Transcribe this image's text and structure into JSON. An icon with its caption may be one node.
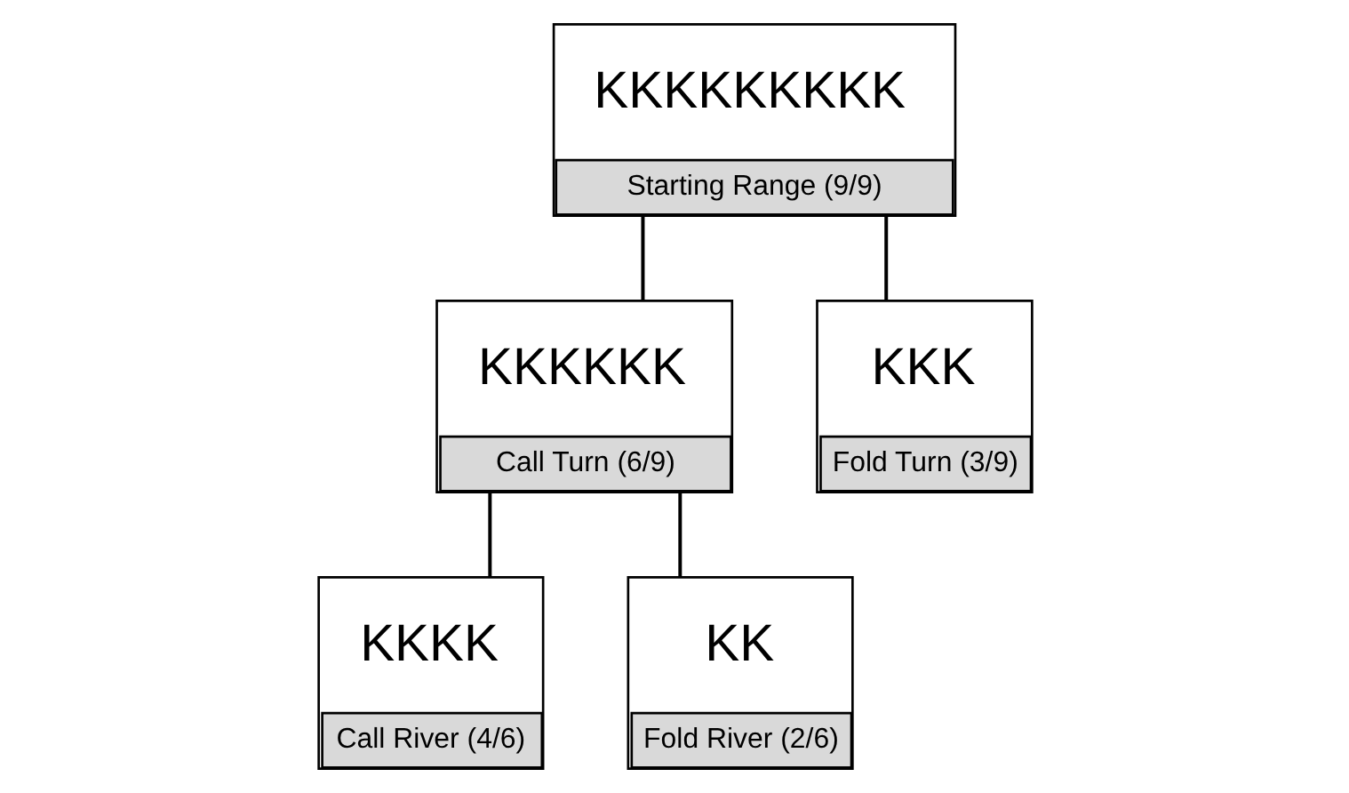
{
  "diagram": {
    "nodes": [
      {
        "text": [
          "KKKKKKKKK",
          "Starting Range (9/9)"
        ]
      },
      {
        "text": [
          "KKKKKK",
          "Call Turn (6/9)"
        ]
      },
      {
        "text": [
          "KKK",
          "Fold Turn (3/9)"
        ]
      },
      {
        "text": [
          "KKKK",
          "Call River (4/6)"
        ]
      },
      {
        "text": [
          "KK",
          "Fold River (2/6)"
        ]
      }
    ],
    "edges": [
      {
        "from": 0,
        "to": 1,
        "arrow": "none"
      },
      {
        "from": 0,
        "to": 2,
        "arrow": "none"
      },
      {
        "from": 1,
        "to": 3,
        "arrow": "none"
      },
      {
        "from": 1,
        "to": 4,
        "arrow": "none"
      }
    ]
  }
}
